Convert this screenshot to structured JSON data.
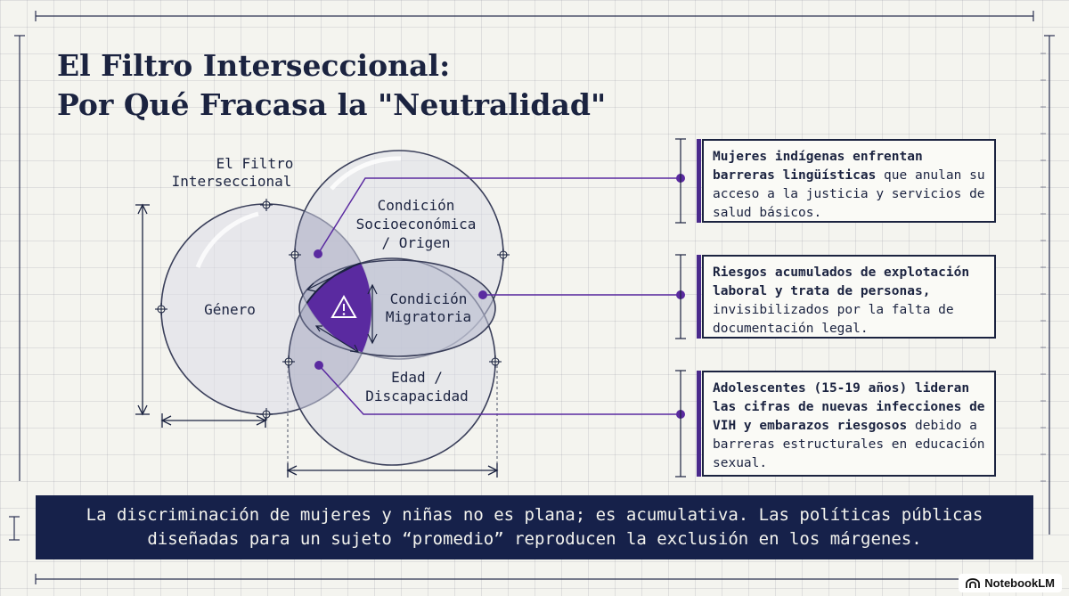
{
  "title": {
    "line1": "El Filtro Interseccional:",
    "line2": "Por Qué Fracasa la \"Neutralidad\""
  },
  "diagram": {
    "caption_line1": "El Filtro",
    "caption_line2": "Interseccional",
    "circles": {
      "genero": "Género",
      "socio_line1": "Condición",
      "socio_line2": "Socioeconómica",
      "socio_line3": "/ Origen",
      "migratoria_line1": "Condición",
      "migratoria_line2": "Migratoria",
      "edad_line1": "Edad /",
      "edad_line2": "Discapacidad"
    },
    "center_icon": "warning-icon",
    "accent_color": "#5a2aa0",
    "navy_color": "#1b2340"
  },
  "callouts": [
    {
      "bold": "Mujeres indígenas enfrentan barreras lingüísticas",
      "text": " que anulan su acceso a la justicia y servicios de salud básicos."
    },
    {
      "bold": "Riesgos acumulados de explotación laboral y trata de personas,",
      "text": " invisibilizados por la falta de documentación legal."
    },
    {
      "bold": "Adolescentes (15-19 años) lideran las cifras de nuevas infecciones de VIH y embarazos riesgosos",
      "text": " debido a barreras estructurales en educación sexual."
    }
  ],
  "banner": {
    "line1": "La discriminación de mujeres y niñas no es plana; es acumulativa. Las políticas públicas",
    "line2": "diseñadas para un sujeto “promedio” reproducen la exclusión en los márgenes."
  },
  "badge": {
    "label": "NotebookLM",
    "icon": "notebooklm-logo-icon"
  }
}
